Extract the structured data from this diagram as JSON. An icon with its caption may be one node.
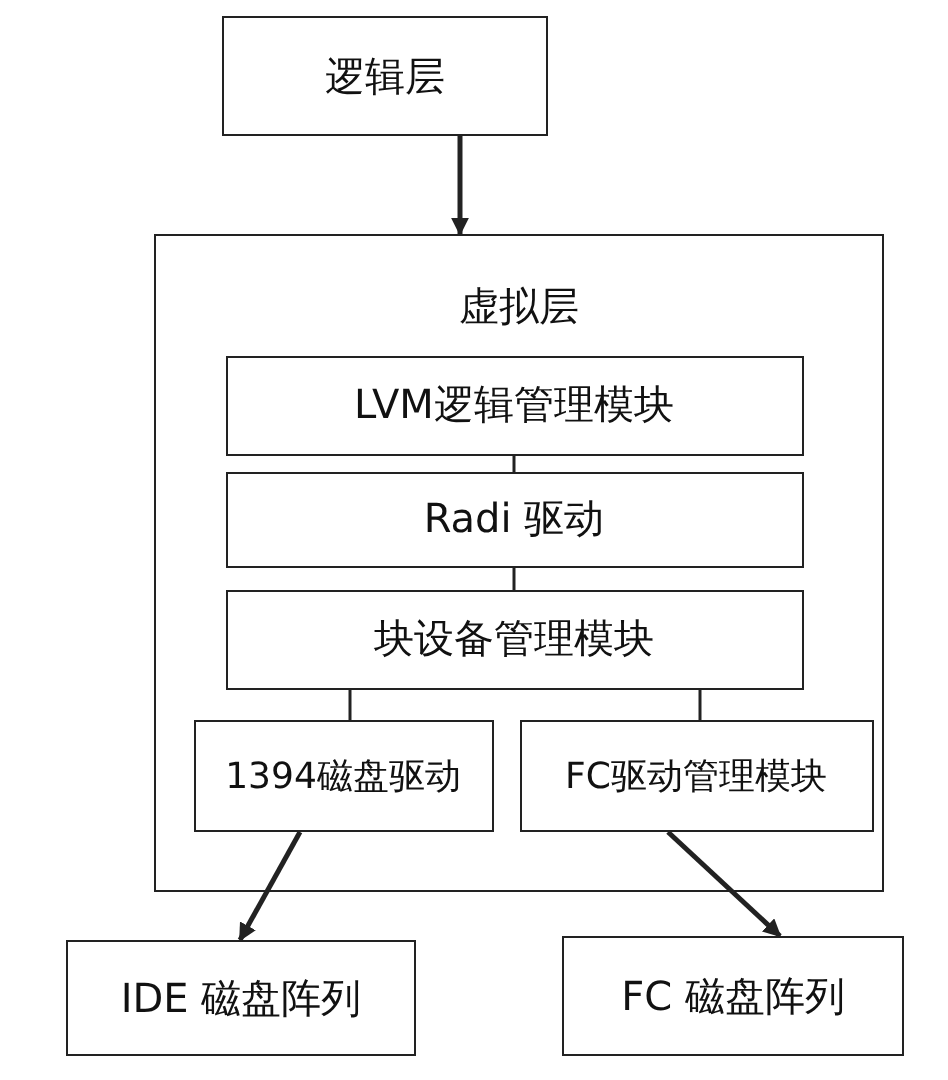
{
  "diagram": {
    "nodes": [
      {
        "text": [
          "逻辑层"
        ]
      },
      {
        "text": [
          "虚拟层"
        ]
      },
      {
        "text": [
          "LVM逻辑管理模块"
        ],
        "in": 1
      },
      {
        "text": [
          "Radi 驱动"
        ],
        "in": 1
      },
      {
        "text": [
          "块设备管理模块"
        ],
        "in": 1
      },
      {
        "text": [
          "1394磁盘驱动"
        ],
        "in": 1
      },
      {
        "text": [
          "FC驱动管理模块"
        ],
        "in": 1
      },
      {
        "text": [
          "IDE 磁盘阵列"
        ]
      },
      {
        "text": [
          "FC 磁盘阵列"
        ]
      }
    ],
    "edges": [
      {
        "from": 0,
        "to": 1,
        "arrow": "to"
      },
      {
        "from": 2,
        "to": 3,
        "arrow": "none"
      },
      {
        "from": 3,
        "to": 4,
        "arrow": "none"
      },
      {
        "from": 4,
        "to": 5,
        "arrow": "none"
      },
      {
        "from": 4,
        "to": 6,
        "arrow": "none"
      },
      {
        "from": 5,
        "to": 7,
        "arrow": "to"
      },
      {
        "from": 6,
        "to": 8,
        "arrow": "to"
      }
    ]
  }
}
